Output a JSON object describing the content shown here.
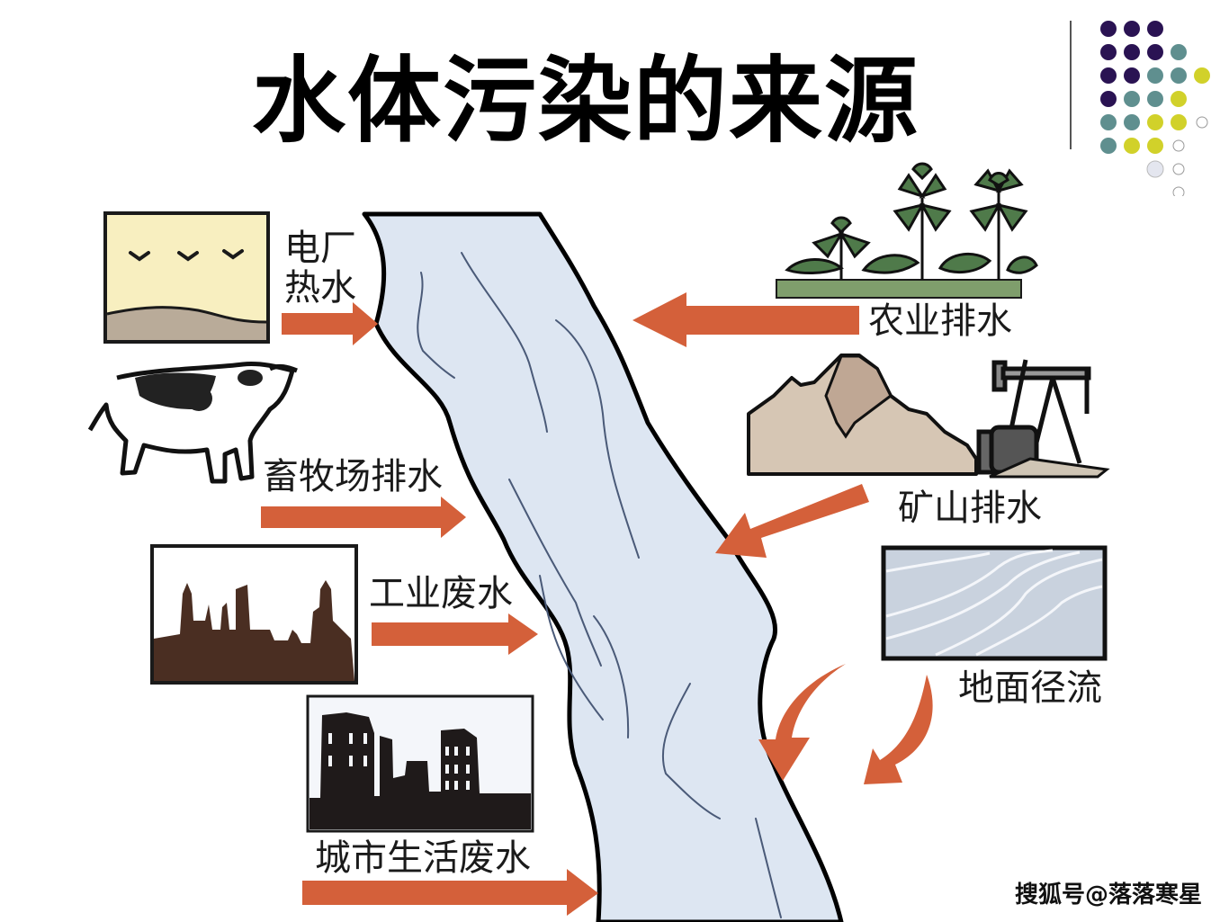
{
  "title": "水体污染的来源",
  "watermark": "搜狐号@落落寒星",
  "colors": {
    "arrow": "#d4603a",
    "river_fill": "#dde6f2",
    "river_outline": "#000000",
    "river_lines": "#4a5a78",
    "power_sky": "#f8efc0",
    "power_ground": "#b9ab99",
    "field_bar": "#7f9e6c",
    "mountain": "#d6c6b4",
    "runoff_fill": "#c9d2de",
    "industry_silhouette": "#4a2e22",
    "city_silhouette": "#1f1a1a",
    "dots_purple": "#2a1353",
    "dots_teal": "#5f8f8f",
    "dots_yellow": "#d1d12a"
  },
  "sources": [
    {
      "id": "power_plant",
      "label_line1": "电厂",
      "label_line2": "热水",
      "icon": "power-plant-hot-water-icon",
      "side": "left"
    },
    {
      "id": "livestock",
      "label": "畜牧场排水",
      "icon": "cow-icon",
      "side": "left"
    },
    {
      "id": "industry",
      "label": "工业废水",
      "icon": "factory-skyline-icon",
      "side": "left"
    },
    {
      "id": "urban",
      "label": "城市生活废水",
      "icon": "city-buildings-icon",
      "side": "left"
    },
    {
      "id": "agriculture",
      "label": "农业排水",
      "icon": "crop-plants-icon",
      "side": "right"
    },
    {
      "id": "mining",
      "label": "矿山排水",
      "icon": "mountain-oil-pump-icon",
      "side": "right"
    },
    {
      "id": "runoff",
      "label": "地面径流",
      "icon": "surface-runoff-icon",
      "side": "right"
    }
  ],
  "decoration": {
    "dot_grid": [
      [
        "purple",
        "purple",
        "purple"
      ],
      [
        "purple",
        "purple",
        "purple",
        "teal"
      ],
      [
        "purple",
        "purple",
        "teal",
        "teal",
        "yellow"
      ],
      [
        "purple",
        "teal",
        "teal",
        "yellow"
      ],
      [
        "teal",
        "teal",
        "yellow",
        "yellow",
        "outline"
      ],
      [
        "teal",
        "yellow",
        "yellow",
        "outline"
      ],
      [
        "",
        "",
        "pale",
        "outline"
      ],
      [
        "",
        "",
        "",
        "outline"
      ]
    ]
  }
}
